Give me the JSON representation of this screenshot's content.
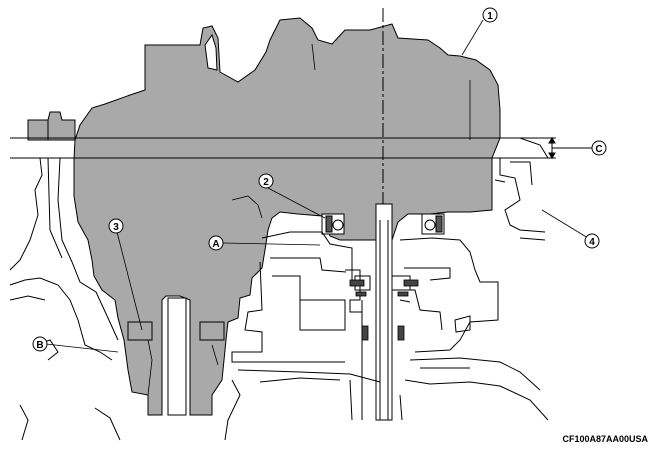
{
  "diagram": {
    "callouts": {
      "c1": "1",
      "c2": "2",
      "c3": "3",
      "c4": "4",
      "cA": "A",
      "cB": "B",
      "cC": "C"
    },
    "figure_code": "CF100A87AA00USA"
  },
  "colors": {
    "housing_fill": "#a9a9a9",
    "line": "#000000",
    "background": "#ffffff"
  }
}
